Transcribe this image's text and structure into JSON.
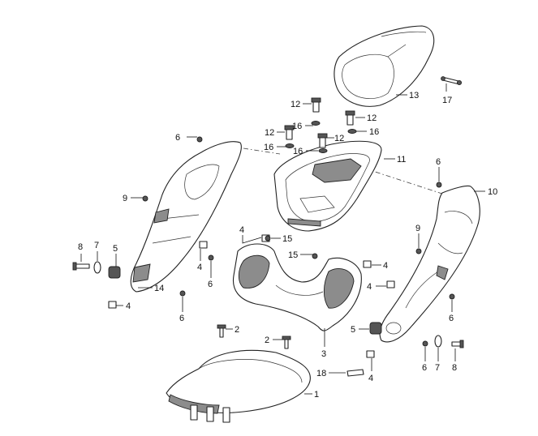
{
  "callouts": {
    "c1": "1",
    "c2a": "2",
    "c2b": "2",
    "c3": "3",
    "c4a": "4",
    "c4b": "4",
    "c4c": "4",
    "c4d": "4",
    "c4e": "4",
    "c4f": "4",
    "c5a": "5",
    "c5b": "5",
    "c6a": "6",
    "c6b": "6",
    "c6c": "6",
    "c6d": "6",
    "c6e": "6",
    "c6f": "6",
    "c7a": "7",
    "c7b": "7",
    "c8a": "8",
    "c8b": "8",
    "c9a": "9",
    "c9b": "9",
    "c10": "10",
    "c11": "11",
    "c12a": "12",
    "c12b": "12",
    "c12c": "12",
    "c12d": "12",
    "c13": "13",
    "c14": "14",
    "c15a": "15",
    "c15b": "15",
    "c16a": "16",
    "c16b": "16",
    "c16c": "16",
    "c16d": "16",
    "c17": "17",
    "c18": "18"
  }
}
